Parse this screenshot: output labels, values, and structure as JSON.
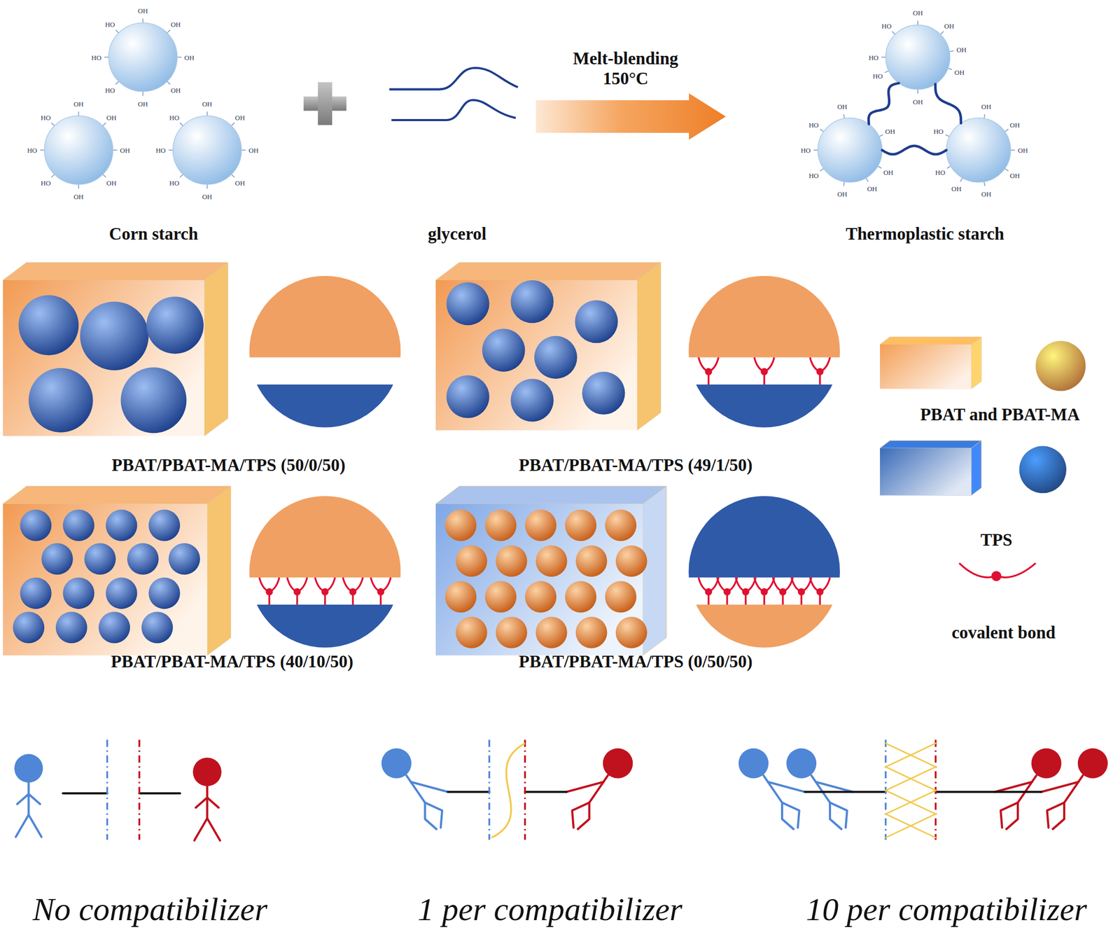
{
  "diagram": {
    "nodes": [
      {
        "text": [
          "Corn starch"
        ]
      },
      {
        "text": [
          "glycerol"
        ]
      },
      {
        "text": [
          "Thermoplastic starch"
        ]
      },
      {
        "text": [
          "PBAT/PBAT-MA/TPS (50/0/50)"
        ]
      },
      {
        "text": [
          "PBAT/PBAT-MA/TPS (49/1/50)"
        ]
      },
      {
        "text": [
          "PBAT/PBAT-MA/TPS (40/10/50)"
        ]
      },
      {
        "text": [
          "PBAT/PBAT-MA/TPS (0/50/50)"
        ]
      }
    ],
    "edges": [
      {
        "from": 1,
        "to": 2,
        "arrow": "to",
        "label": "Melt-blending 150°C"
      }
    ],
    "labels": [
      "OH",
      "OH",
      "OH",
      "OH",
      "OH",
      "HO",
      "HO",
      "HO",
      "OH",
      "OH",
      "OH",
      "OH",
      "OH",
      "HO",
      "HO",
      "HO",
      "OH",
      "OH",
      "OH",
      "OH",
      "OH",
      "HO",
      "HO",
      "HO",
      "OH",
      "OH",
      "OH",
      "OH",
      "OH",
      "HO",
      "HO",
      "HO",
      "OH",
      "HO",
      "HO",
      "HO",
      "OH",
      "OH",
      "OH",
      "OH",
      "OH",
      "OH",
      "OH",
      "OH",
      "OH",
      "OH",
      "HO",
      "HO",
      "No compatibilizer",
      "1 per compatibilizer",
      "10 per compatibilizer"
    ],
    "legend": [
      {
        "text": "PBAT and PBAT-MA",
        "color": "#f39a4e"
      },
      {
        "text": "TPS",
        "color": "#2f63b5"
      },
      {
        "text": "covalent bond"
      }
    ]
  }
}
